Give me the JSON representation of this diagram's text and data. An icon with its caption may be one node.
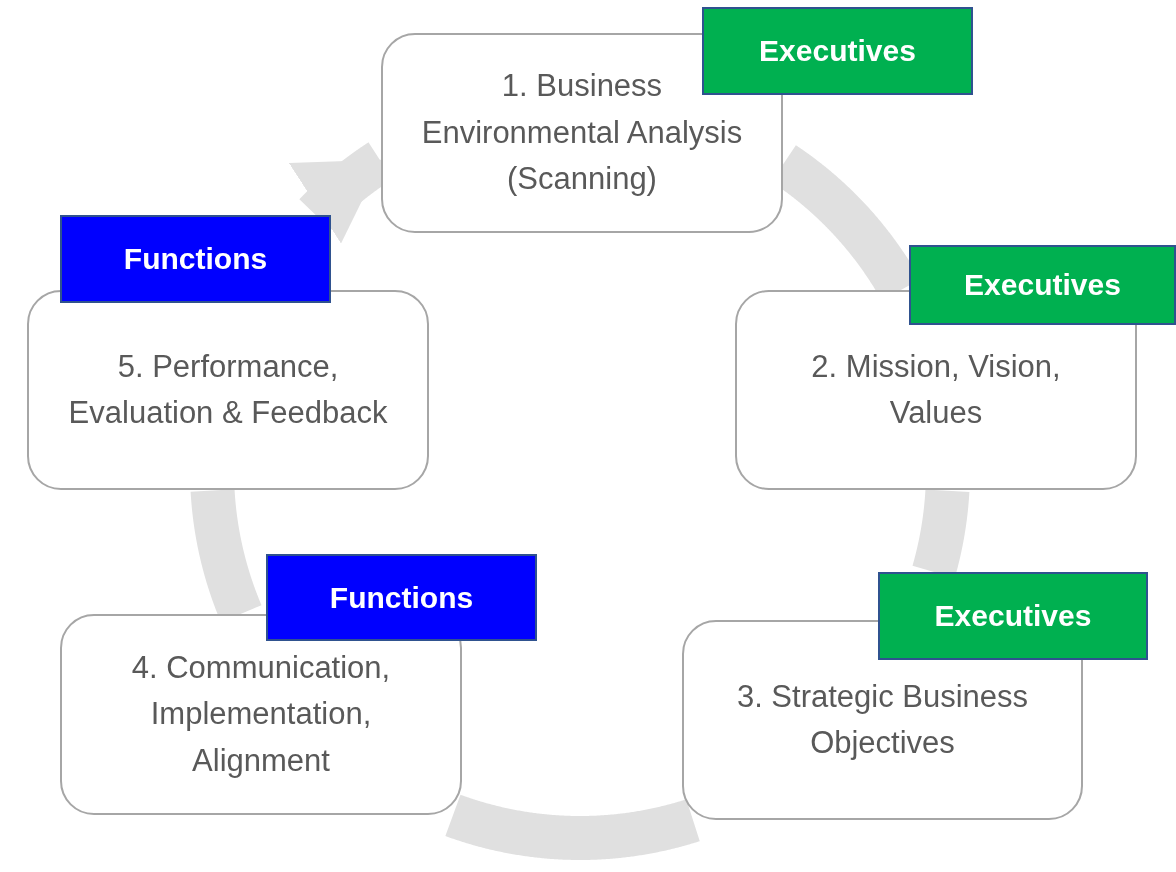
{
  "diagram": {
    "nodes": [
      {
        "text": [
          "Executives",
          "1. Business Environmental Analysis (Scanning)"
        ]
      },
      {
        "text": [
          "Executives",
          "2. Mission, Vision, Values"
        ]
      },
      {
        "text": [
          "Executives",
          "3. Strategic Business Objectives"
        ]
      },
      {
        "text": [
          "Functions",
          "4. Communication, Implementation, Alignment"
        ]
      },
      {
        "text": [
          "Functions",
          "5. Performance, Evaluation & Feedback"
        ]
      }
    ],
    "edges": [
      {
        "from": 0,
        "to": 1,
        "arrow": "none"
      },
      {
        "from": 1,
        "to": 2,
        "arrow": "none"
      },
      {
        "from": 2,
        "to": 3,
        "arrow": "none"
      },
      {
        "from": 3,
        "to": 4,
        "arrow": "none"
      },
      {
        "from": 4,
        "to": 0,
        "arrow": "to"
      }
    ]
  }
}
